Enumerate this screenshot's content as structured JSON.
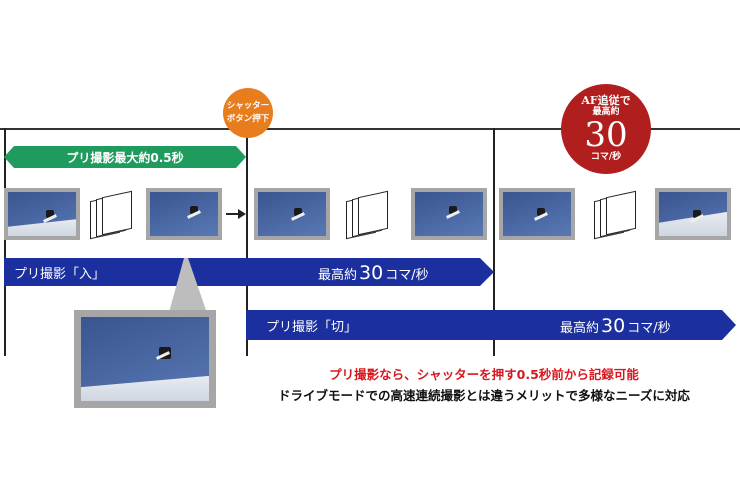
{
  "shutter_badge": {
    "line1": "シャッター",
    "line2": "ボタン押下",
    "color": "#e87d1e"
  },
  "af_badge": {
    "line1": "AF追従で",
    "line2": "最高約",
    "number": "30",
    "unit": "コマ/秒",
    "color": "#b01e1e"
  },
  "pre_capture_band": {
    "label": "プリ撮影最大約0.5秒",
    "color": "#1f9b5e"
  },
  "pre_on_band": {
    "label": "プリ撮影「入」",
    "rate_prefix": "最高約",
    "rate_number": "30",
    "rate_unit": "コマ/秒",
    "color": "#1b2f9e"
  },
  "pre_off_band": {
    "label": "プリ撮影「切」",
    "rate_prefix": "最高約",
    "rate_number": "30",
    "rate_unit": "コマ/秒",
    "color": "#1b2f9e"
  },
  "caption": {
    "line1": "プリ撮影なら、シャッターを押す0.5秒前から記録可能",
    "line2": "ドライブモードでの高速連続撮影とは違うメリットで多様なニーズに対応",
    "line1_color": "#d7191f"
  }
}
